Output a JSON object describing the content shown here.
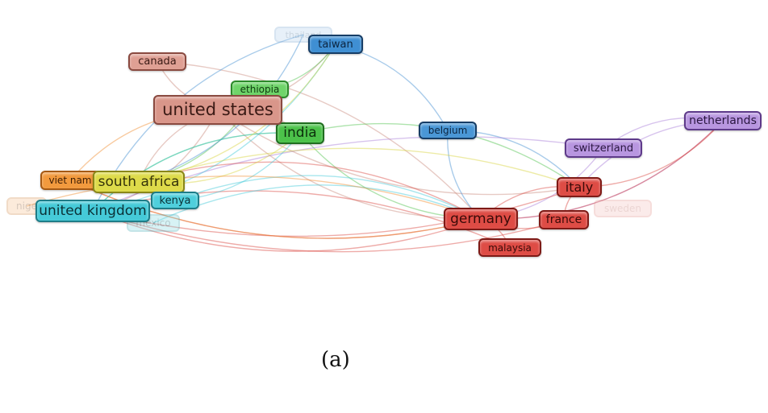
{
  "diagram": {
    "type": "network",
    "caption": "(a)",
    "clusters": {
      "red": "#d9453f",
      "brown": "#c98a7c",
      "green": "#4cc24a",
      "blue": "#3d8bd1",
      "cyan": "#3cc7d6",
      "yellow": "#d6d33a",
      "orange": "#f08a2b",
      "purple": "#a77ad6"
    },
    "nodes": [
      {
        "id": "united-states",
        "label": "united states",
        "cluster": "brown",
        "fill": "#d9968a",
        "border": "#8a4a40",
        "text": "#3a1a15"
      },
      {
        "id": "canada",
        "label": "canada",
        "cluster": "brown",
        "fill": "#dfa094",
        "border": "#8a4a40",
        "text": "#3a1a15"
      },
      {
        "id": "thailand",
        "label": "thailand",
        "cluster": "blue",
        "fill": "#bcd6ee",
        "border": "#8fb3d8",
        "text": "#6a8aa8"
      },
      {
        "id": "taiwan",
        "label": "taiwan",
        "cluster": "blue",
        "fill": "#3f8fd3",
        "border": "#163d66",
        "text": "#0c2540"
      },
      {
        "id": "ethiopia",
        "label": "ethiopia",
        "cluster": "green",
        "fill": "#6fd46a",
        "border": "#2b8a2a",
        "text": "#0f3a0f"
      },
      {
        "id": "india",
        "label": "india",
        "cluster": "green",
        "fill": "#4cc24a",
        "border": "#1f6e1f",
        "text": "#0c300c"
      },
      {
        "id": "belgium",
        "label": "belgium",
        "cluster": "blue",
        "fill": "#4a97d6",
        "border": "#163d66",
        "text": "#0c2540"
      },
      {
        "id": "netherlands",
        "label": "netherlands",
        "cluster": "purple",
        "fill": "#b896e0",
        "border": "#5e3a8a",
        "text": "#2a1740"
      },
      {
        "id": "switzerland",
        "label": "switzerland",
        "cluster": "purple",
        "fill": "#b896e0",
        "border": "#5e3a8a",
        "text": "#2a1740"
      },
      {
        "id": "viet-nam",
        "label": "viet nam",
        "cluster": "orange",
        "fill": "#f29a3e",
        "border": "#a65a14",
        "text": "#3e1e05"
      },
      {
        "id": "south-africa",
        "label": "south africa",
        "cluster": "yellow",
        "fill": "#dedb4a",
        "border": "#8a8718",
        "text": "#35330a"
      },
      {
        "id": "nigeria",
        "label": "nige",
        "cluster": "orange",
        "fill": "#f7c89a",
        "border": "#d99a60",
        "text": "#8a6040"
      },
      {
        "id": "kenya",
        "label": "kenya",
        "cluster": "cyan",
        "fill": "#4fcfdc",
        "border": "#1e7d88",
        "text": "#0b3035"
      },
      {
        "id": "united-kingdom",
        "label": "united kingdom",
        "cluster": "cyan",
        "fill": "#45cad8",
        "border": "#1e7d88",
        "text": "#0b3035"
      },
      {
        "id": "mexico",
        "label": "mexico",
        "cluster": "cyan",
        "fill": "#8fdce4",
        "border": "#5ab3bd",
        "text": "#2c6c74"
      },
      {
        "id": "germany",
        "label": "germany",
        "cluster": "red",
        "fill": "#de4c45",
        "border": "#7e1a16",
        "text": "#3a0a08"
      },
      {
        "id": "italy",
        "label": "italy",
        "cluster": "red",
        "fill": "#de4c45",
        "border": "#7e1a16",
        "text": "#3a0a08"
      },
      {
        "id": "france",
        "label": "france",
        "cluster": "red",
        "fill": "#de4c45",
        "border": "#7e1a16",
        "text": "#3a0a08"
      },
      {
        "id": "sweden",
        "label": "sweden",
        "cluster": "red",
        "fill": "#f6c8c4",
        "border": "#e6a09a",
        "text": "#c88a84"
      },
      {
        "id": "malaysia",
        "label": "malaysia",
        "cluster": "red",
        "fill": "#de4c45",
        "border": "#7e1a16",
        "text": "#3a0a08"
      }
    ],
    "links": [
      {
        "from": "united-states",
        "to": "germany",
        "cluster": "brown"
      },
      {
        "from": "united-states",
        "to": "india",
        "cluster": "brown"
      },
      {
        "from": "united-states",
        "to": "taiwan",
        "cluster": "brown"
      },
      {
        "from": "united-states",
        "to": "canada",
        "cluster": "brown"
      },
      {
        "from": "united-states",
        "to": "italy",
        "cluster": "brown"
      },
      {
        "from": "united-states",
        "to": "united-kingdom",
        "cluster": "brown"
      },
      {
        "from": "united-states",
        "to": "south-africa",
        "cluster": "brown"
      },
      {
        "from": "canada",
        "to": "germany",
        "cluster": "brown"
      },
      {
        "from": "india",
        "to": "germany",
        "cluster": "green"
      },
      {
        "from": "india",
        "to": "italy",
        "cluster": "green"
      },
      {
        "from": "india",
        "to": "united-kingdom",
        "cluster": "green"
      },
      {
        "from": "ethiopia",
        "to": "south-africa",
        "cluster": "green"
      },
      {
        "from": "ethiopia",
        "to": "taiwan",
        "cluster": "green"
      },
      {
        "from": "taiwan",
        "to": "belgium",
        "cluster": "blue"
      },
      {
        "from": "thailand",
        "to": "united-kingdom",
        "cluster": "blue"
      },
      {
        "from": "thailand",
        "to": "south-africa",
        "cluster": "blue"
      },
      {
        "from": "belgium",
        "to": "germany",
        "cluster": "blue"
      },
      {
        "from": "belgium",
        "to": "italy",
        "cluster": "blue"
      },
      {
        "from": "netherlands",
        "to": "switzerland",
        "cluster": "purple"
      },
      {
        "from": "netherlands",
        "to": "germany",
        "cluster": "purple"
      },
      {
        "from": "netherlands",
        "to": "italy",
        "cluster": "purple"
      },
      {
        "from": "switzerland",
        "to": "germany",
        "cluster": "purple"
      },
      {
        "from": "switzerland",
        "to": "united-kingdom",
        "cluster": "purple"
      },
      {
        "from": "germany",
        "to": "united-kingdom",
        "cluster": "red"
      },
      {
        "from": "germany",
        "to": "south-africa",
        "cluster": "red"
      },
      {
        "from": "germany",
        "to": "italy",
        "cluster": "red"
      },
      {
        "from": "germany",
        "to": "france",
        "cluster": "red"
      },
      {
        "from": "germany",
        "to": "malaysia",
        "cluster": "red"
      },
      {
        "from": "germany",
        "to": "netherlands",
        "cluster": "red"
      },
      {
        "from": "germany",
        "to": "viet-nam",
        "cluster": "red"
      },
      {
        "from": "italy",
        "to": "france",
        "cluster": "red"
      },
      {
        "from": "italy",
        "to": "united-kingdom",
        "cluster": "red"
      },
      {
        "from": "italy",
        "to": "netherlands",
        "cluster": "red"
      },
      {
        "from": "france",
        "to": "united-kingdom",
        "cluster": "red"
      },
      {
        "from": "malaysia",
        "to": "united-kingdom",
        "cluster": "red"
      },
      {
        "from": "kenya",
        "to": "germany",
        "cluster": "cyan"
      },
      {
        "from": "kenya",
        "to": "india",
        "cluster": "cyan"
      },
      {
        "from": "united-kingdom",
        "to": "india",
        "cluster": "cyan"
      },
      {
        "from": "united-kingdom",
        "to": "taiwan",
        "cluster": "cyan"
      },
      {
        "from": "mexico",
        "to": "germany",
        "cluster": "cyan"
      },
      {
        "from": "south-africa",
        "to": "india",
        "cluster": "yellow"
      },
      {
        "from": "south-africa",
        "to": "italy",
        "cluster": "yellow"
      },
      {
        "from": "south-africa",
        "to": "taiwan",
        "cluster": "yellow"
      },
      {
        "from": "viet-nam",
        "to": "united-states",
        "cluster": "orange"
      },
      {
        "from": "viet-nam",
        "to": "germany",
        "cluster": "orange"
      },
      {
        "from": "nigeria",
        "to": "germany",
        "cluster": "orange"
      }
    ]
  }
}
